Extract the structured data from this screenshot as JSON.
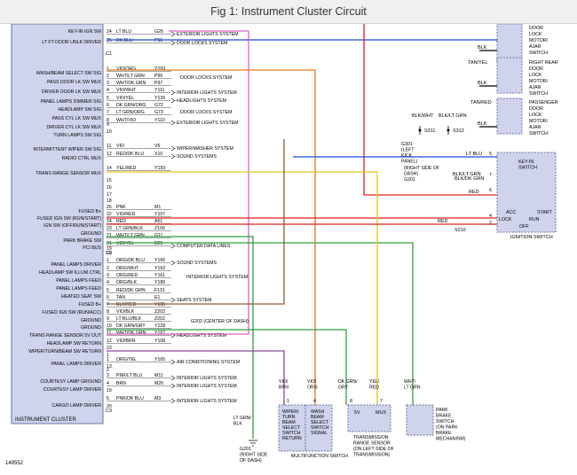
{
  "header": {
    "title": "Fig 1: Instrument Cluster Circuit"
  },
  "figure_id": "149552",
  "colors": {
    "module_fill": "#cfd4ec",
    "module_border": "#6b6fa0",
    "wire_pink": "#e060c0",
    "wire_orange": "#e07a1a",
    "wire_red": "#e02020",
    "wire_blue": "#1a4bd8",
    "wire_green": "#2da040",
    "wire_yellow": "#e6c61a",
    "wire_violet": "#8a4b9a",
    "wire_brown": "#8a5a3a"
  },
  "cluster": {
    "name": "INSTRUMENT CLUSTER",
    "connector_a": "C1",
    "connector_b": "C2",
    "connector_c": "C3",
    "labels": [
      "KEY-IN IGN SW",
      "LT FT DOOR UNLK DRIVER",
      "WASH/BEAM SELECT SW SIG",
      "PASS DOOR LK SW MUX",
      "DRIVER DOOR LK SW MUX",
      "PANEL LAMPS DIMMER SIG",
      "HEADLAMP SW SIG",
      "PASS CYL LK SW MUX",
      "DRIVER CYL LK SW MUX",
      "TURN LAMPS SW SIG",
      "INTERMITTENT WIPER SW SIG",
      "RADIO CTRL MUX",
      "TRANS RANGE SENSOR MUX",
      "FUSED B+",
      "FUSED IGN SW (RUN/START)",
      "IGN SW (OFF/RUN/START)",
      "GROUND",
      "PARK BRAKE SW",
      "PCI BUS",
      "PANEL LAMPS DRIVER",
      "HEADLAMP SW ILLUM CTRL",
      "PANEL LAMPS FEED",
      "PANEL LAMPS FEED",
      "HEATED SEAT SW",
      "FUSED B+",
      "FUSED IGN SW (RUN/ACC)",
      "GROUND",
      "GROUND",
      "TRANS RANGE SENSOR 5V OUT",
      "HEADLAMP SW RETURN",
      "WIPER/TURN/BEAM SW RETURN",
      "PANEL LAMPS DRIVER",
      "COURTESY LAMP GROUND",
      "COURTESY LAMP DRIVER",
      "CARGO LAMP DRIVER"
    ]
  },
  "rows": [
    {
      "pin": "24",
      "wire": "LT BLU",
      "circuit": "G26",
      "dest": "EXTERIOR LIGHTS SYSTEM"
    },
    {
      "pin": "25",
      "wire": "DK BLU",
      "circuit": "P55",
      "dest": "DOOR LOCKS SYSTEM"
    },
    {
      "pin": "1",
      "wire": "VIO/ORG",
      "circuit": "Y109",
      "dest": ""
    },
    {
      "pin": "2",
      "wire": "WHT/LT GRN",
      "circuit": "P96",
      "dest": ""
    },
    {
      "pin": "3",
      "wire": "WHT/DK GRN",
      "circuit": "P97",
      "dest": ""
    },
    {
      "pin": "4",
      "wire": "VIO/WHT",
      "circuit": "Y111",
      "dest": "INTERIOR LIGHTS SYSTEM"
    },
    {
      "pin": "5",
      "wire": "VIO/YEL",
      "circuit": "Y126",
      "dest": "HEADLIGHTS SYSTEM"
    },
    {
      "pin": "6",
      "wire": "DK GRN/ORG",
      "circuit": "G72",
      "dest": ""
    },
    {
      "pin": "7",
      "wire": "LT GRN/ORG",
      "circuit": "G73",
      "dest": ""
    },
    {
      "pin": "8",
      "wire": "WHT/VIO",
      "circuit": "Y110",
      "dest": "EXTERIOR LIGHTS SYSTEM"
    },
    {
      "pin": "11",
      "wire": "VIO",
      "circuit": "V6",
      "dest": "WIPER/WASHER SYSTEM"
    },
    {
      "pin": "12",
      "wire": "RED/DK BLU",
      "circuit": "X10",
      "dest": "SOUND SYSTEMS"
    },
    {
      "pin": "14",
      "wire": "YEL/RED",
      "circuit": "Y193",
      "dest": ""
    },
    {
      "pin": "26",
      "wire": "PNK",
      "circuit": "M1",
      "dest": ""
    },
    {
      "pin": "22",
      "wire": "VIO/RED",
      "circuit": "Y107",
      "dest": ""
    },
    {
      "pin": "24",
      "wire": "RED",
      "circuit": "A51",
      "dest": ""
    },
    {
      "pin": "23",
      "wire": "LT GRN/BLK",
      "circuit": "Z106",
      "dest": ""
    },
    {
      "pin": "21",
      "wire": "WHT/LT GRN",
      "circuit": "G11",
      "dest": ""
    },
    {
      "pin": "21",
      "wire": "VIO/YEL",
      "circuit": "D25",
      "dest": "COMPUTER DATA LINES"
    },
    {
      "pin": "1",
      "wire": "ORG/DK BLU",
      "circuit": "Y166",
      "dest": "SOUND SYSTEMS"
    },
    {
      "pin": "2",
      "wire": "ORG/WHT",
      "circuit": "Y163",
      "dest": ""
    },
    {
      "pin": "3",
      "wire": "ORG/RED",
      "circuit": "Y161",
      "dest": ""
    },
    {
      "pin": "4",
      "wire": "ORG/BLK",
      "circuit": "Y189",
      "dest": ""
    },
    {
      "pin": "5",
      "wire": "RED/DK GRN",
      "circuit": "F131",
      "dest": ""
    },
    {
      "pin": "6",
      "wire": "TAN",
      "circuit": "E1",
      "dest": "SEATS SYSTEM"
    },
    {
      "pin": "7",
      "wire": "BLK/RED",
      "circuit": "Y105",
      "dest": ""
    },
    {
      "pin": "8",
      "wire": "VIO/BLK",
      "circuit": "Z203",
      "dest": ""
    },
    {
      "pin": "9",
      "wire": "LT BLU/BLK",
      "circuit": "Z202",
      "dest": ""
    },
    {
      "pin": "10",
      "wire": "DK GRN/GRY",
      "circuit": "Y128",
      "dest": ""
    },
    {
      "pin": "11",
      "wire": "WHT/DK GRN",
      "circuit": "Y167",
      "dest": "HEADLIGHTS SYSTEM"
    },
    {
      "pin": "12",
      "wire": "VIO/BRN",
      "circuit": "Y108",
      "dest": ""
    },
    {
      "pin": "1",
      "wire": "ORG/YEL",
      "circuit": "Y165",
      "dest": "AIR CONDITIONING SYSTEM"
    },
    {
      "pin": "3",
      "wire": "PNK/LT BLU",
      "circuit": "M11",
      "dest": "INTERIOR LIGHTS SYSTEM"
    },
    {
      "pin": "4",
      "wire": "BRN",
      "circuit": "M20",
      "dest": "INTERIOR LIGHTS SYSTEM"
    },
    {
      "pin": "5",
      "wire": "PNK/DK BLU",
      "circuit": "M3",
      "dest": "INTERIOR LIGHTS SYSTEM"
    }
  ],
  "extra_pins": [
    "9",
    "10",
    "15",
    "16",
    "17",
    "18",
    "19",
    "20",
    "23",
    "1",
    "13",
    "2",
    "19",
    "20"
  ],
  "groups": {
    "door_locks": "DOOR LOCKS SYSTEM",
    "door_locks_2": "DOOR LOCKS SYSTEM",
    "interior_lights": "INTERIOR LIGHTS SYSTEM",
    "g202": "G202 (CENTER OF DASH)"
  },
  "right_switches": {
    "left_door": {
      "lines": [
        "DOOR",
        "LOCK",
        "MOTOR/",
        "AJAR",
        "SWITCH"
      ],
      "wire": "BLK",
      "pin_a": "2",
      "pin_b": "3"
    },
    "right_rear": {
      "lines": [
        "RIGHT REAR",
        "DOOR",
        "LOCK",
        "MOTOR/",
        "AJAR",
        "SWITCH"
      ],
      "wire_top": "TAN/YEL",
      "wire_bottom": "BLK",
      "pin_a": "1",
      "pin_b": "2"
    },
    "passenger": {
      "lines": [
        "PASSENGER",
        "DOOR",
        "LOCK",
        "MOTOR/",
        "AJAR",
        "SWITCH"
      ],
      "wire_top": "TAN/RED",
      "wire_bottom": "BLK",
      "pin_a": "1",
      "pin_b": "2"
    }
  },
  "splices": {
    "g301": [
      "G301",
      "(LEFT",
      "KICK",
      "PANEL)"
    ],
    "blk_wht": "BLK/WHT",
    "blk_lt_grn": "BLK/LT GRN",
    "s311": "S311",
    "s312": "S312",
    "lt_blu": "LT BLU",
    "blk_lt_grn_2": "BLK/LT GRN"
  },
  "ignition": {
    "name": "IGNITION SWITCH",
    "key_in": [
      "KEY-IN",
      "SWITCH"
    ],
    "positions": [
      "ACC",
      "LOCK",
      "START",
      "RUN",
      "OFF"
    ],
    "g201_label": [
      "(RIGHT SIDE OF",
      "DASH)",
      "G201"
    ],
    "wire_blk_org": "BLK/DK GRN",
    "wire_red": "RED",
    "wire_red_2": "RED",
    "pins": [
      "5",
      "7",
      "6",
      "4",
      "2"
    ],
    "s210": "S210"
  },
  "multifunction": {
    "name": "MULTIFUNCTION SWITCH",
    "left_box": [
      "WIPER/",
      "TURN",
      "BEAM",
      "SELECT",
      "SWITCH",
      "RETURN"
    ],
    "right_box": [
      "WASH",
      "BEAM",
      "SELECT",
      "SWITCH",
      "SIGNAL"
    ],
    "wire_left": [
      "VIO/",
      "BRN"
    ],
    "wire_right": [
      "VIO/",
      "ORG"
    ],
    "pin_left": "1",
    "pin_right": "4"
  },
  "trans_sensor": {
    "name": [
      "TRANSMISSION",
      "RANGE SENSOR",
      "(ON LEFT SIDE OF",
      "TRANSMISSION)"
    ],
    "v5": "5V",
    "mux": "MUX",
    "wire_left": [
      "DK GRN/",
      "GRY"
    ],
    "wire_right": [
      "YEL/",
      "RED"
    ],
    "pin_left": "8",
    "pin_right": "7"
  },
  "park_brake": {
    "name": [
      "PARK",
      "BRAKE",
      "SWITCH",
      "(ON PARK",
      "BRAKE",
      "MECHANISM)"
    ],
    "wire": [
      "WHT/",
      "LT GRN"
    ]
  },
  "ground_g201": {
    "wire": [
      "LT GRN/",
      "BLK"
    ],
    "label": [
      "G201",
      "(RIGHT SIDE",
      "OF DASH)"
    ]
  }
}
